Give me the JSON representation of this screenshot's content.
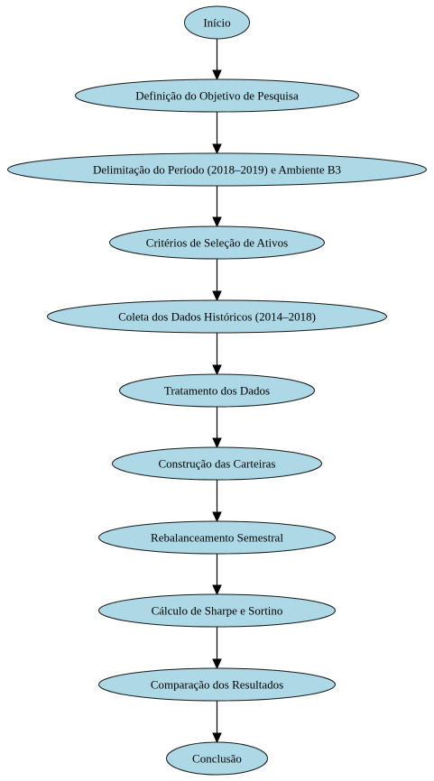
{
  "diagram": {
    "type": "flowchart",
    "node_fill": "#add8e6",
    "node_stroke": "#1a1a1a",
    "edge_color": "#000000",
    "nodes": [
      {
        "id": "inicio",
        "label": "Início"
      },
      {
        "id": "objetivo",
        "label": "Definição do Objetivo de Pesquisa"
      },
      {
        "id": "delimitacao",
        "label": "Delimitação do Período (2018–2019) e Ambiente B3"
      },
      {
        "id": "criterios",
        "label": "Critérios de Seleção de Ativos"
      },
      {
        "id": "coleta",
        "label": "Coleta dos Dados Históricos (2014–2018)"
      },
      {
        "id": "tratamento",
        "label": "Tratamento dos Dados"
      },
      {
        "id": "construcao",
        "label": "Construção das Carteiras"
      },
      {
        "id": "rebalanceamento",
        "label": "Rebalanceamento Semestral"
      },
      {
        "id": "calculo",
        "label": "Cálculo de Sharpe e Sortino"
      },
      {
        "id": "comparacao",
        "label": "Comparação dos Resultados"
      },
      {
        "id": "conclusao",
        "label": "Conclusão"
      }
    ],
    "edges": [
      {
        "from": "inicio",
        "to": "objetivo"
      },
      {
        "from": "objetivo",
        "to": "delimitacao"
      },
      {
        "from": "delimitacao",
        "to": "criterios"
      },
      {
        "from": "criterios",
        "to": "coleta"
      },
      {
        "from": "coleta",
        "to": "tratamento"
      },
      {
        "from": "tratamento",
        "to": "construcao"
      },
      {
        "from": "construcao",
        "to": "rebalanceamento"
      },
      {
        "from": "rebalanceamento",
        "to": "calculo"
      },
      {
        "from": "calculo",
        "to": "comparacao"
      },
      {
        "from": "comparacao",
        "to": "conclusao"
      }
    ]
  }
}
